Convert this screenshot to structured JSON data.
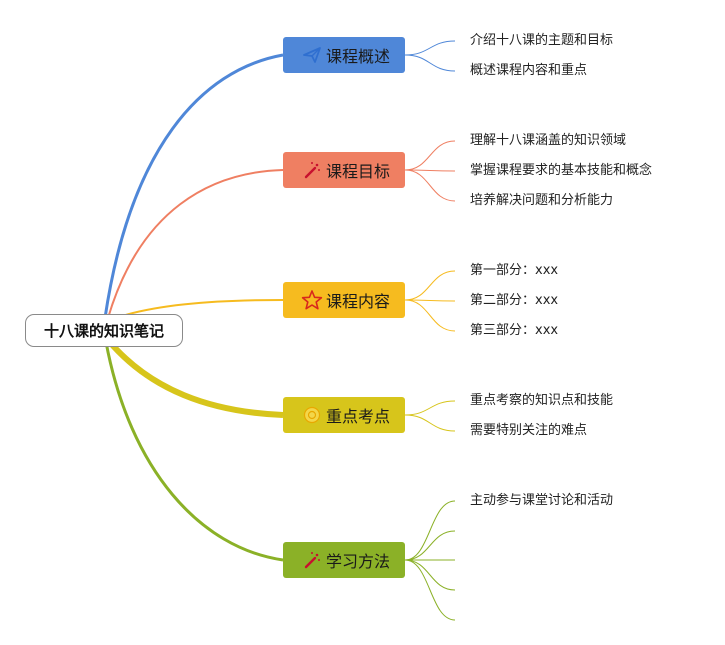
{
  "root": {
    "label": "十八课的知识笔记"
  },
  "branches": [
    {
      "label": "课程概述",
      "icon": "paper-plane-icon",
      "color": "#4f87d8",
      "leaves": [
        "介绍十八课的主题和目标",
        "概述课程内容和重点"
      ]
    },
    {
      "label": "课程目标",
      "icon": "magic-wand-icon",
      "color": "#ef7f62",
      "leaves": [
        "理解十八课涵盖的知识领域",
        "掌握课程要求的基本技能和概念",
        "培养解决问题和分析能力"
      ]
    },
    {
      "label": "课程内容",
      "icon": "star-icon",
      "color": "#f6bb1f",
      "leaves": [
        "第一部分：xxx",
        "第二部分：xxx",
        "第三部分：xxx"
      ]
    },
    {
      "label": "重点考点",
      "icon": "sun-badge-icon",
      "color": "#d7c51b",
      "leaves": [
        "重点考察的知识点和技能",
        "需要特别关注的难点"
      ]
    },
    {
      "label": "学习方法",
      "icon": "magic-wand-icon",
      "color": "#8bb127",
      "leaves": [
        "主动参与课堂讨论和活动",
        "",
        "",
        "",
        ""
      ]
    }
  ]
}
